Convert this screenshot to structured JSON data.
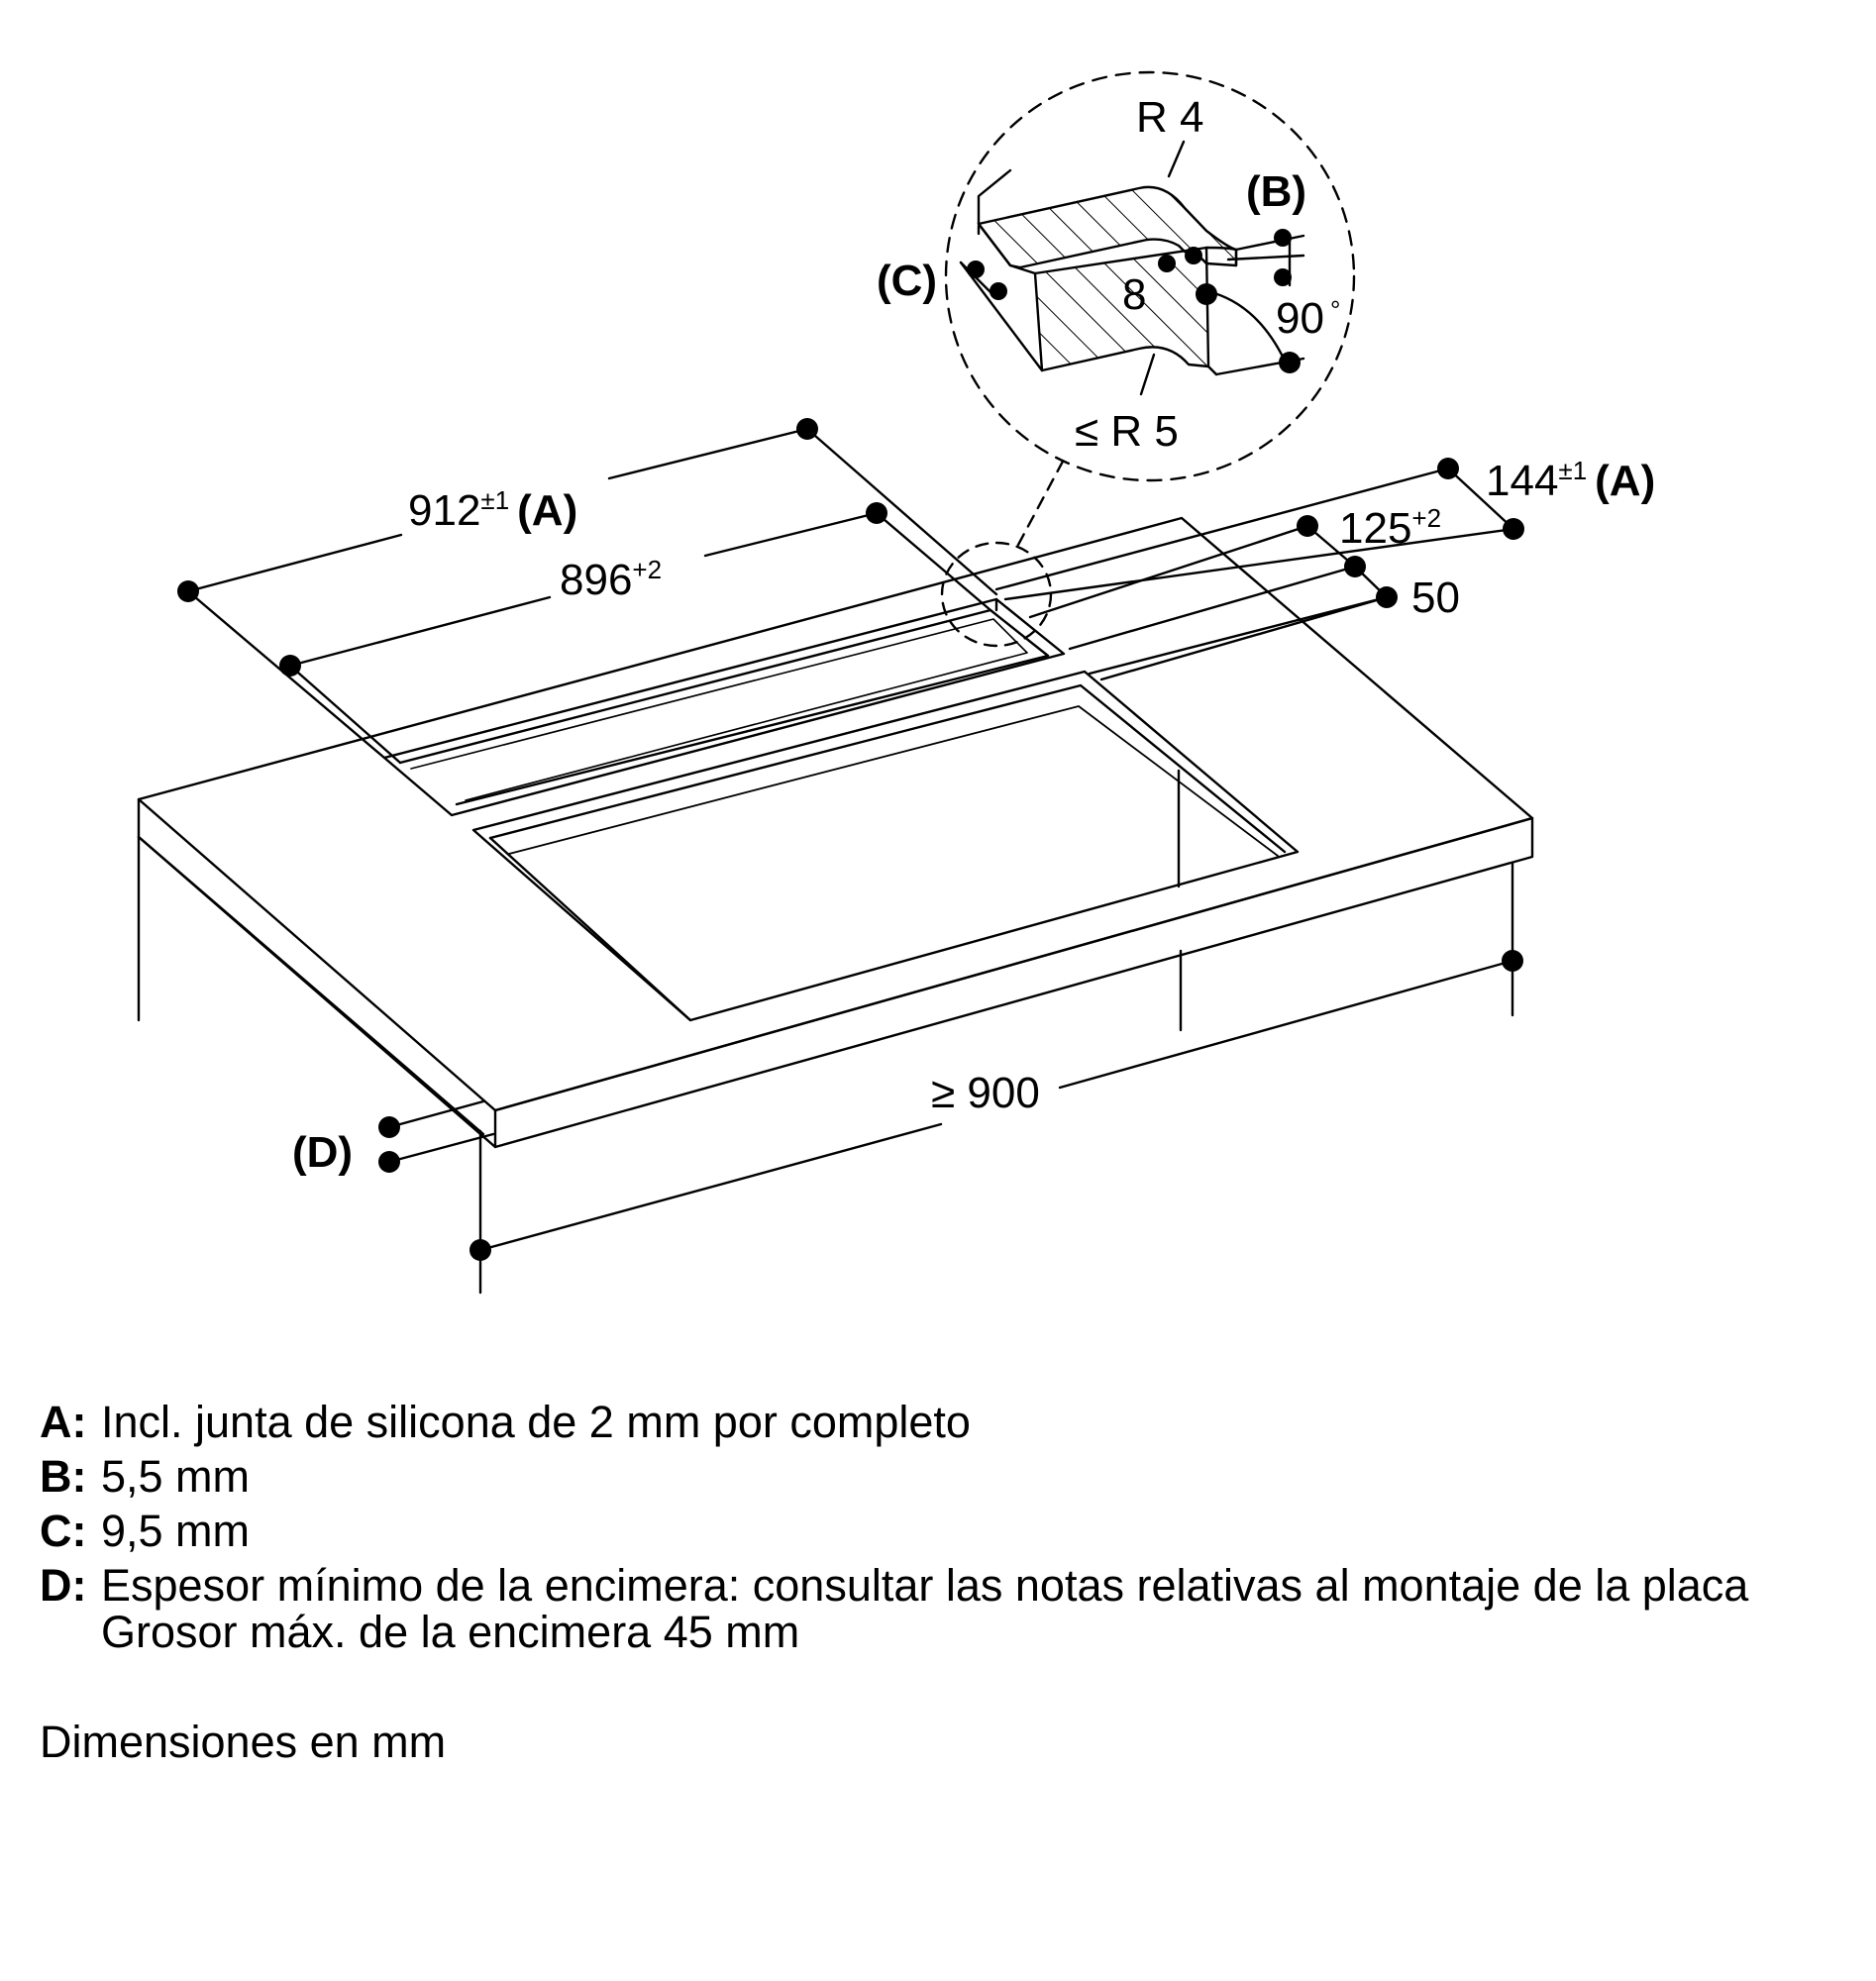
{
  "labels": {
    "dim_912": "912",
    "dim_912_tol": "±1",
    "dim_912_ref": "(A)",
    "dim_896": "896",
    "dim_896_tol": "+2",
    "dim_144": "144",
    "dim_144_tol": "±1",
    "dim_144_ref": "(A)",
    "dim_125": "125",
    "dim_125_tol": "+2",
    "dim_50": "50",
    "dim_900": "≥ 900",
    "ref_d": "(D)",
    "detail_r4": "R 4",
    "detail_b": "(B)",
    "detail_c": "(C)",
    "detail_8": "8",
    "detail_90": "90",
    "detail_deg": "°",
    "detail_r5": "≤ R 5"
  },
  "legend": [
    {
      "key": "A:",
      "text": "Incl. junta de silicona de 2 mm por completo"
    },
    {
      "key": "B:",
      "text": "5,5 mm"
    },
    {
      "key": "C:",
      "text": "9,5 mm"
    },
    {
      "key": "D:",
      "text": "Espesor mínimo de la encimera: consultar las notas relativas al montaje de la placa"
    }
  ],
  "legend_extra": "Grosor máx. de la encimera 45 mm",
  "units_note": "Dimensiones en mm"
}
